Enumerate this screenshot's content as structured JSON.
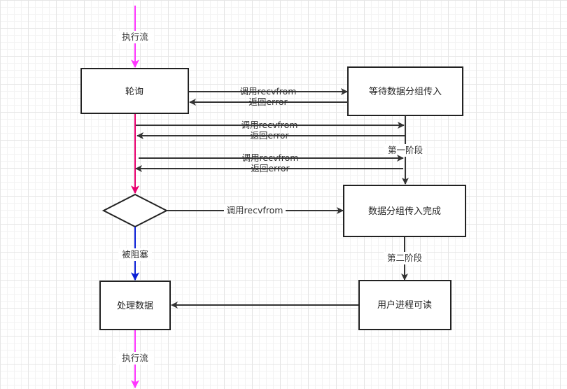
{
  "colors": {
    "exec_flow": "#ff33ff",
    "poll_line": "#e8006f",
    "blocked_line": "#0a1fd6",
    "arrow": "#333333"
  },
  "labels": {
    "exec_flow_top": "执行流",
    "exec_flow_bottom": "执行流",
    "call_recvfrom_1": "调用recvfrom",
    "return_error_1": "返回error",
    "call_recvfrom_2": "调用recvfrom",
    "return_error_2": "返回error",
    "call_recvfrom_3": "调用recvfrom",
    "return_error_3": "返回error",
    "call_recvfrom_4": "调用recvfrom",
    "phase_one": "第一阶段",
    "phase_two": "第二阶段",
    "blocked": "被阻塞"
  },
  "nodes": {
    "poll": "轮询",
    "wait_packet": "等待数据分组传入",
    "packet_done": "数据分组传入完成",
    "user_readable": "用户进程可读",
    "process_data": "处理数据"
  }
}
